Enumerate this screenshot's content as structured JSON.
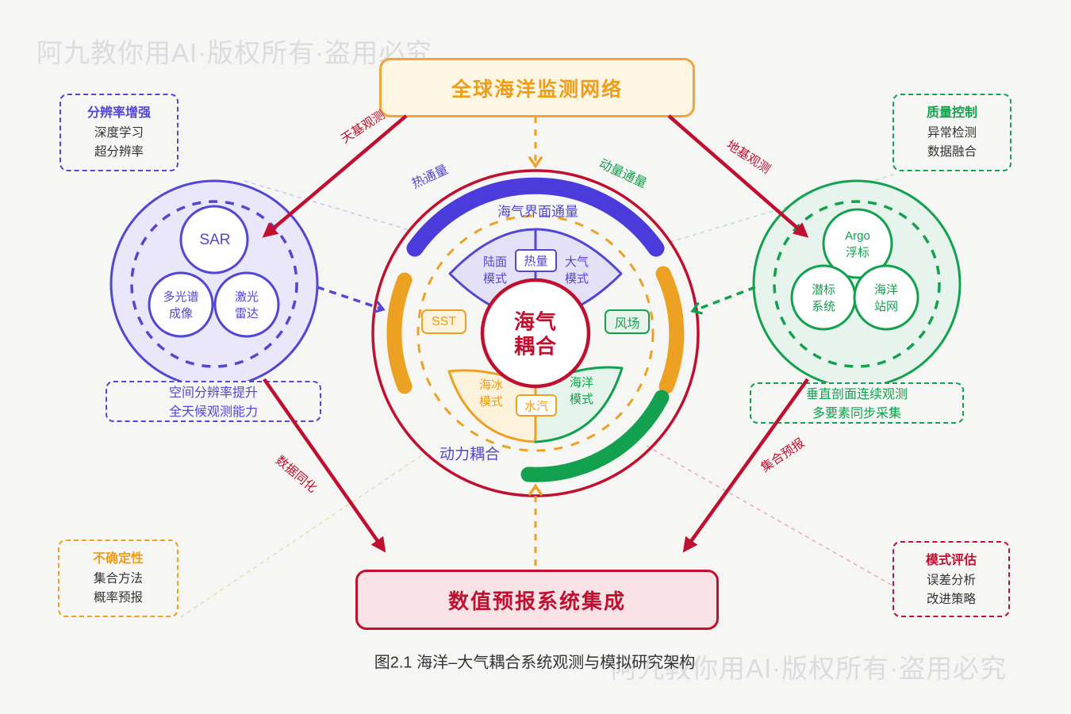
{
  "watermark": {
    "text": "阿九教你用AI·版权所有·盗用必究"
  },
  "top_box": {
    "label": "全球海洋监测网络"
  },
  "bottom_box": {
    "label": "数值预报系统集成"
  },
  "caption": "图2.1 海洋–大气耦合系统观测与模拟研究架构",
  "center": {
    "core": "海气\n耦合",
    "interface_flux": "海气界面通量",
    "dynamic_coupling": "动力耦合",
    "land_model": "陆面\n模式",
    "heat": "热量",
    "atmos_model": "大气\n模式",
    "sst": "SST",
    "wind": "风场",
    "ice_model": "海冰\n模式",
    "vapor": "水汽",
    "ocean_model": "海洋\n模式"
  },
  "left_cluster": {
    "top": "SAR",
    "left": "多光谱\n成像",
    "right": "激光\n雷达"
  },
  "right_cluster": {
    "top": "Argo\n浮标",
    "left": "潜标\n系统",
    "right": "海洋\n站网"
  },
  "edge_labels": {
    "heat_flux": "热通量",
    "momentum_flux": "动量通量",
    "space_obs": "天基观测",
    "ground_obs": "地基观测",
    "assimilation": "数据同化",
    "ensemble_forecast": "集合预报"
  },
  "note_boxes": {
    "top_left": {
      "title": "分辨率增强",
      "lines": [
        "深度学习",
        "超分辨率"
      ]
    },
    "top_right": {
      "title": "质量控制",
      "lines": [
        "异常检测",
        "数据融合"
      ]
    },
    "bottom_left": {
      "title": "不确定性",
      "lines": [
        "集合方法",
        "概率预报"
      ]
    },
    "bottom_right": {
      "title": "模式评估",
      "lines": [
        "误差分析",
        "改进策略"
      ]
    },
    "mid_left": {
      "lines": [
        "空间分辨率提升",
        "全天候观测能力"
      ]
    },
    "mid_right": {
      "lines": [
        "垂直剖面连续观测",
        "多要素同步采集"
      ]
    }
  },
  "colors": {
    "purple": "#5246d2",
    "blue_arc": "#4b3bdb",
    "green": "#13a04f",
    "orange": "#eda123",
    "crimson": "#c01030",
    "background": "#f6f6f4",
    "watermark_gray": "#dcdcdc"
  }
}
